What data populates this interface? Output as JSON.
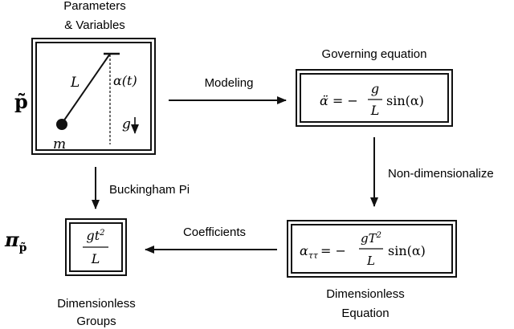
{
  "labels": {
    "params_line1": "Parameters",
    "params_line2": "& Variables",
    "governing": "Governing equation",
    "modeling": "Modeling",
    "nondim": "Non-dimensionalize",
    "buckingham": "Buckingham Pi",
    "coefficients": "Coefficients",
    "dimless_groups_1": "Dimensionless",
    "dimless_groups_2": "Groups",
    "dimless_eq_1": "Dimensionless",
    "dimless_eq_2": "Equation"
  },
  "symbols": {
    "p_tilde": "p̃",
    "pi": "π",
    "pi_sub": "p̃",
    "L": "L",
    "alpha_t": "α(t)",
    "g": "g",
    "m": "m"
  },
  "equations": {
    "governing_lhs": "α̈ = −",
    "governing_num": "g",
    "governing_den": "L",
    "governing_rhs": "sin(α)",
    "dimless_lhs": "α",
    "dimless_sub": "ττ",
    "dimless_eq": "= −",
    "dimless_num": "gT",
    "dimless_num_exp": "2",
    "dimless_den": "L",
    "dimless_rhs": "sin(α)",
    "group_num": "gt",
    "group_num_exp": "2",
    "group_den": "L"
  }
}
